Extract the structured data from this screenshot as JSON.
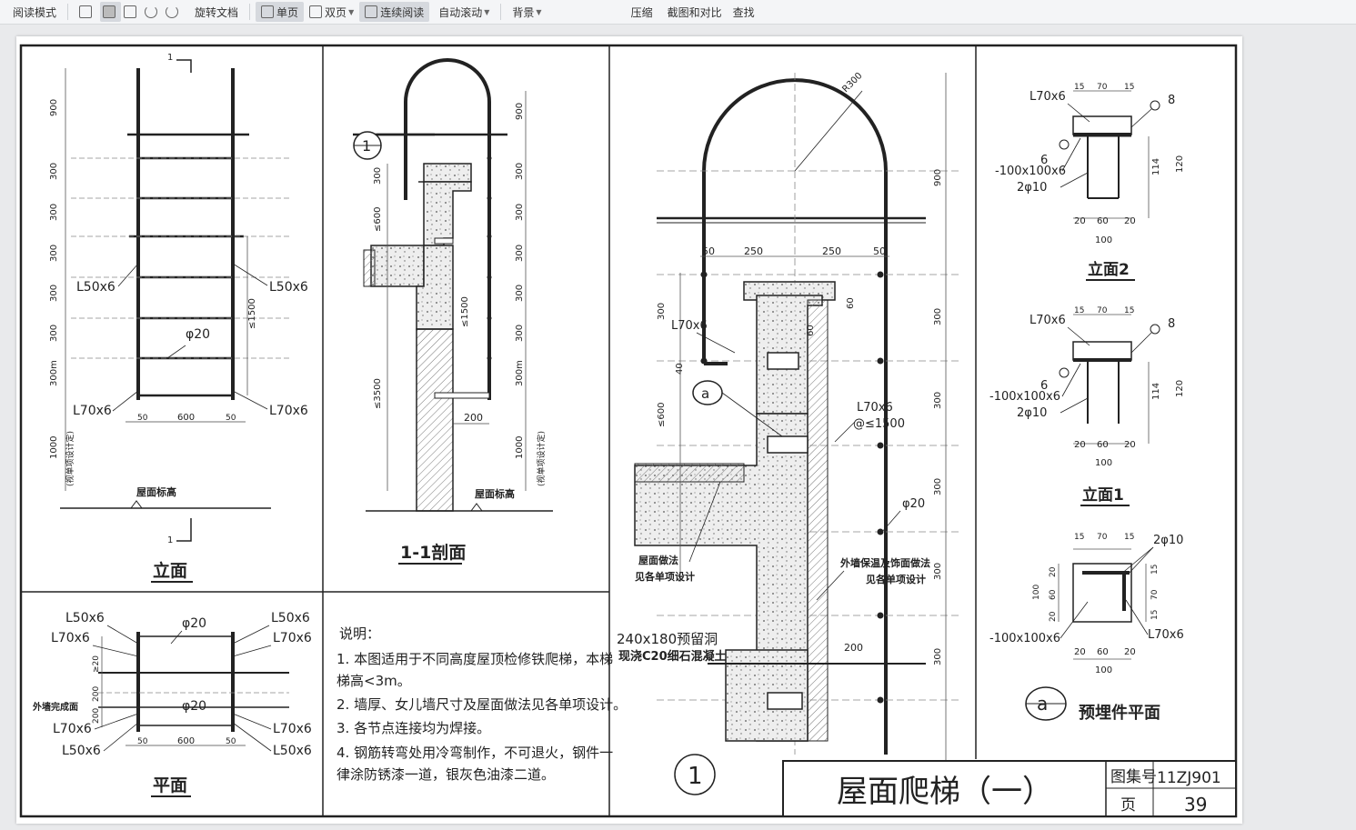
{
  "toolbar": {
    "reading_mode": "阅读模式",
    "rotate_doc": "旋转文档",
    "single_page": "单页",
    "double_page": "双页",
    "continuous": "连续阅读",
    "auto_scroll": "自动滚动",
    "background": "背景",
    "compress": "压缩",
    "screenshot_compare": "截图和对比",
    "find": "查找"
  },
  "drawing": {
    "left_elevation": {
      "title": "立面",
      "roof_label": "屋面标高",
      "side_note": "(视单项设计定)",
      "marker": "1",
      "dims_v": [
        "900",
        "300",
        "300",
        "300",
        "300",
        "300",
        "300m",
        "1000"
      ],
      "dim_bottom": [
        "50",
        "600",
        "50"
      ],
      "total_dim": "≤1500",
      "labels": {
        "l50_left": "L50x6",
        "l50_right": "L50x6",
        "phi20": "φ20",
        "l70_left": "L70x6",
        "l70_right": "L70x6"
      }
    },
    "section": {
      "title": "1-1剖面",
      "roof_label": "屋面标高",
      "callout": "1",
      "dims_left": [
        "300",
        "≤600",
        "≤3500"
      ],
      "dims_right": [
        "900",
        "300",
        "300",
        "300",
        "300",
        "300",
        "300m",
        "1000"
      ],
      "dim_mid": "≤1500",
      "dim_200": "200",
      "side_note": "(视单项设计定)"
    },
    "plan": {
      "title": "平面",
      "l50_tl": "L50x6",
      "l70_tl": "L70x6",
      "phi20_top": "φ20",
      "l50_tr": "L50x6",
      "l70_tr": "L70x6",
      "wall_label": "外墙完成面",
      "phi20_mid": "φ20",
      "l70_bl": "L70x6",
      "l50_bl": "L50x6",
      "l70_br": "L70x6",
      "l50_br": "L50x6",
      "dim_bottom": [
        "50",
        "600",
        "50"
      ],
      "dims_v": [
        "≥20",
        "200",
        "200"
      ]
    },
    "notes": {
      "heading": "说明：",
      "items": [
        "1. 本图适用于不同高度屋顶检修铁爬梯，本梯",
        "   梯高<3m。",
        "2. 墙厚、女儿墙尺寸及屋面做法见各单项设计。",
        "3. 各节点连接均为焊接。",
        "4. 钢筋转弯处用冷弯制作，不可退火，钢件一",
        "   律涂防锈漆一道，银灰色油漆二道。"
      ]
    },
    "detail1": {
      "callout": "1",
      "radius": "R300",
      "dims_top": [
        "50",
        "250",
        "250",
        "50"
      ],
      "l70_left": "L70x6",
      "dim_300": "300",
      "dim_40": "40",
      "dim_600": "≤600",
      "callout_a": "a",
      "l70_right": "L70x6",
      "spacing": "@≤1500",
      "phi20": "φ20",
      "roof_note_1": "屋面做法",
      "roof_note_2": "见各单项设计",
      "wall_note_1": "外墙保温及饰面做法",
      "wall_note_2": "见各单项设计",
      "hole_note_1": "240x180预留洞",
      "hole_note_2": "现浇C20细石混凝土",
      "dim_200": "200",
      "dim_60a": "60",
      "dim_60b": "60",
      "dims_right": [
        "900",
        "300",
        "300",
        "300",
        "300",
        "300"
      ]
    },
    "elev2": {
      "title": "立面2",
      "l70": "L70x6",
      "dims_top": [
        "15",
        "70",
        "15"
      ],
      "weld": "8",
      "weld2": "6",
      "plate": "-100x100x6",
      "bar": "2φ10",
      "dims_v": [
        "114",
        "120"
      ],
      "dims_bottom": [
        "20",
        "60",
        "20"
      ],
      "total": "100"
    },
    "elev1": {
      "title": "立面1",
      "l70": "L70x6",
      "dims_top": [
        "15",
        "70",
        "15"
      ],
      "weld": "8",
      "weld2": "6",
      "plate": "-100x100x6",
      "bar": "2φ10",
      "dims_v": [
        "114",
        "120"
      ],
      "dims_bottom": [
        "20",
        "60",
        "20"
      ],
      "total": "100"
    },
    "plan_a": {
      "title": "预埋件平面",
      "callout": "a",
      "bar": "2φ10",
      "dims_top": [
        "15",
        "70",
        "15"
      ],
      "dims_left": [
        "20",
        "60",
        "20"
      ],
      "total_left": "100",
      "dims_right": [
        "15",
        "70",
        "15"
      ],
      "plate": "-100x100x6",
      "l70": "L70x6",
      "dims_bottom": [
        "20",
        "60",
        "20"
      ],
      "total": "100"
    },
    "title_block": {
      "title": "屋面爬梯（一）",
      "atlas_label": "图集号",
      "atlas_no": "11ZJ901",
      "page_label": "页",
      "page_no": "39"
    }
  }
}
